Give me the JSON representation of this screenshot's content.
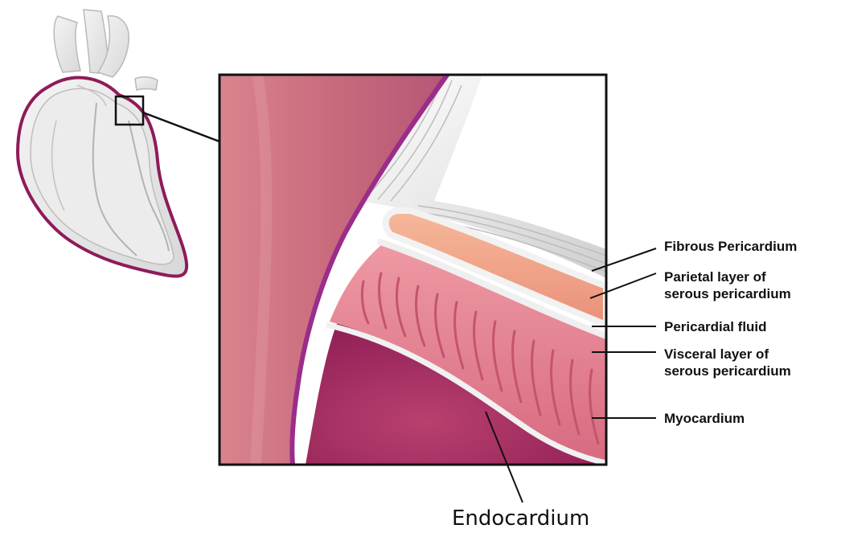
{
  "labels": {
    "fibrous_pericardium": "Fibrous Pericardium",
    "parietal_line1": "Parietal layer of",
    "parietal_line2": "serous pericardium",
    "pericardial_fluid": "Pericardial fluid",
    "visceral_line1": "Visceral layer of",
    "visceral_line2": "serous pericardium",
    "myocardium": "Myocardium",
    "endocardium": "Endocardium"
  },
  "icons": {
    "heart": "heart-outline-icon",
    "zoom_box": "magnifier-box-icon"
  },
  "colors": {
    "pericardium_wall": "#c86a7a",
    "pericardium_line": "#8e1b5a",
    "cavity": "#a62a62",
    "fluid": "#f2a687",
    "myocardium": "#e47d8f",
    "fibrous": "#e8e8e8"
  }
}
